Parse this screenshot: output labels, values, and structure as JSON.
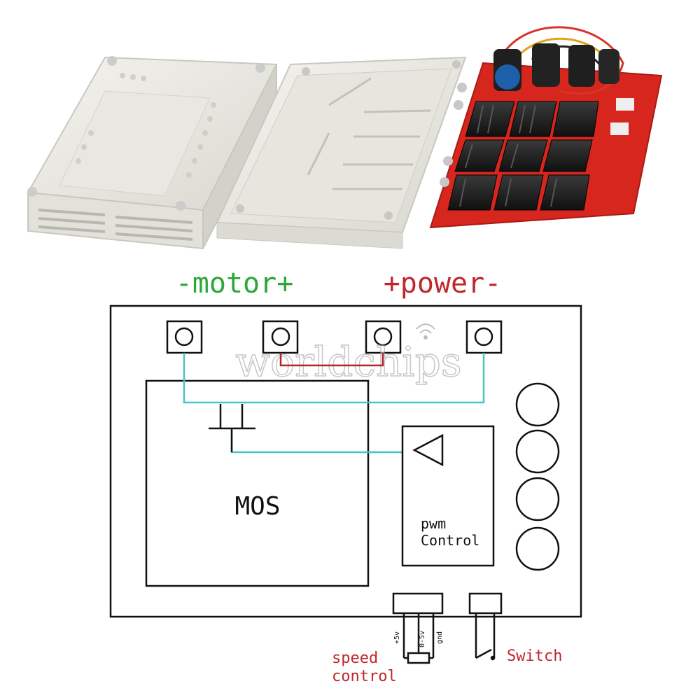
{
  "labels": {
    "motor_terminals": "-motor+",
    "power_terminals": "+power-",
    "mos_block": "MOS",
    "pwm_line1": "pwm",
    "pwm_line2": "Control",
    "pot_pin1": "+5v",
    "pot_pin2": "0-5v",
    "pot_pin3": "gnd",
    "speed_line1": "speed",
    "speed_line2": "control",
    "switch": "Switch",
    "watermark": "worldchips"
  },
  "colors": {
    "green_label": "#2aa838",
    "red_label": "#c0272d",
    "wire_cyan": "#4cc3c3",
    "wire_red": "#b3262b",
    "line": "#111111",
    "pcb_red": "#d7261e",
    "heatsink": "#1b1b1b",
    "enclosure": "#ecebe5"
  },
  "icons": {
    "watermark_symbol": "wifi-icon"
  }
}
